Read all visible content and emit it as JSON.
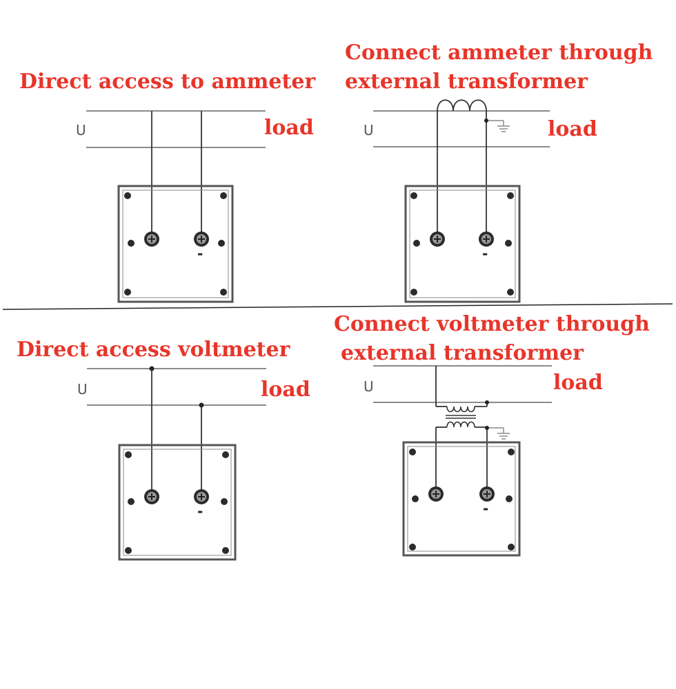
{
  "panels": {
    "ammeter_direct": {
      "title": "Direct access to ammeter",
      "line_label": "U",
      "load_label": "load",
      "minus_mark": "-"
    },
    "ammeter_transformer": {
      "title_line1": "Connect ammeter through",
      "title_line2": "external transformer",
      "line_label": "U",
      "load_label": "load",
      "minus_mark": "-"
    },
    "voltmeter_direct": {
      "title": "Direct access voltmeter",
      "line_label": "U",
      "load_label": "load",
      "minus_mark": "-"
    },
    "voltmeter_transformer": {
      "title_line1": "Connect voltmeter through",
      "title_line2": "external transformer",
      "line_label": "U",
      "load_label": "load",
      "minus_mark": "-"
    }
  },
  "colors": {
    "label_red": "#e8352a",
    "wire_gray": "#8a8a8a",
    "meter_dark": "#333333"
  }
}
